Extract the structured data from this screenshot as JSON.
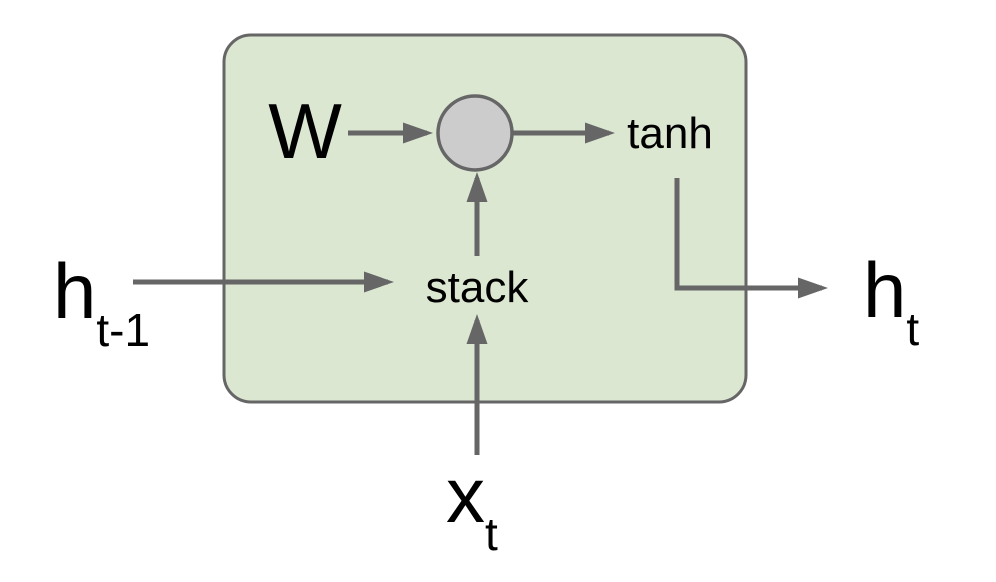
{
  "diagram": {
    "kind": "rnn-cell",
    "labels": {
      "weight": "W",
      "activation": "tanh",
      "stack": "stack",
      "hidden_prev": {
        "base": "h",
        "sub": "t-1"
      },
      "hidden_next": {
        "base": "h",
        "sub": "t"
      },
      "input": {
        "base": "x",
        "sub": "t"
      }
    },
    "colors": {
      "background": "#ffffff",
      "cell_fill": "#dbe7d1",
      "cell_border": "#666666",
      "arrow": "#666666",
      "node_fill": "#cccccc",
      "node_border": "#666666",
      "text": "#000000"
    }
  }
}
